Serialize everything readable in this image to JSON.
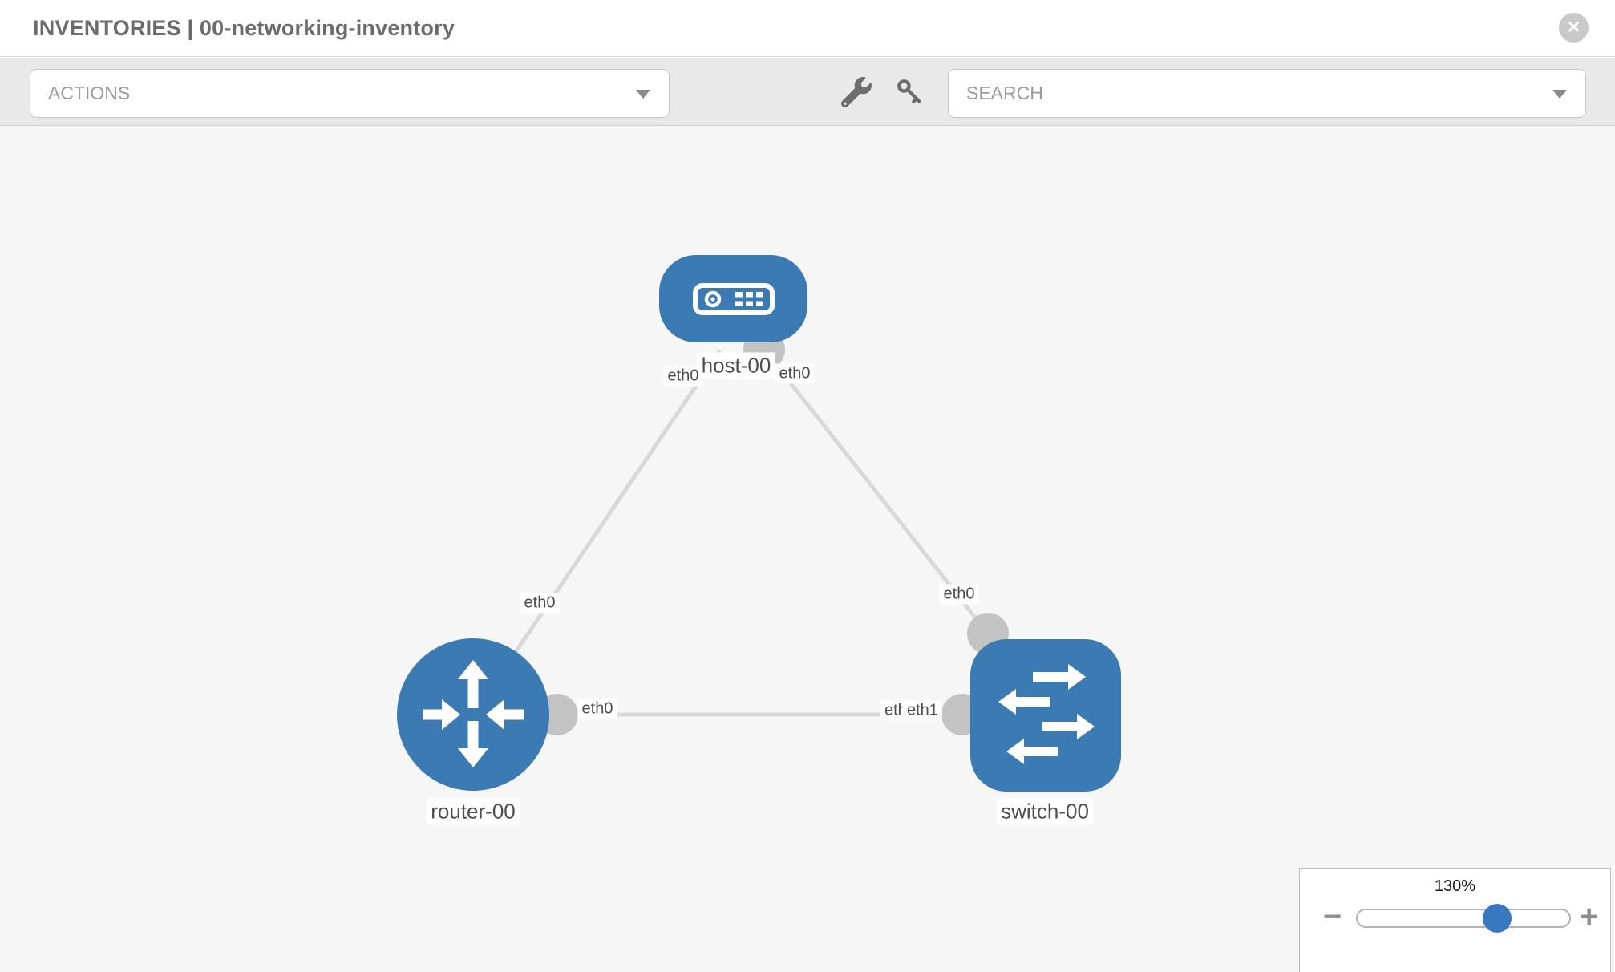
{
  "header": {
    "title": "INVENTORIES | 00-networking-inventory",
    "close_glyph": "✕"
  },
  "toolbar": {
    "actions_label": "ACTIONS",
    "search_label": "SEARCH"
  },
  "diagram": {
    "nodes": {
      "host": {
        "label": "host-00",
        "type": "host"
      },
      "router": {
        "label": "router-00",
        "type": "router"
      },
      "switch": {
        "label": "switch-00",
        "type": "switch"
      }
    },
    "interfaces": {
      "host_left": "eth0",
      "host_right": "eth0",
      "router_to_host": "eth0",
      "host_to_switch": "eth0",
      "router_to_switch": "eth0",
      "switch_hidden": "eth0",
      "switch_to_router": "eth1"
    },
    "links": [
      {
        "from": "router-00",
        "to": "host-00"
      },
      {
        "from": "host-00",
        "to": "switch-00"
      },
      {
        "from": "router-00",
        "to": "switch-00"
      }
    ]
  },
  "zoom_control": {
    "level": "130%",
    "minus_glyph": "−",
    "plus_glyph": "+"
  },
  "colors": {
    "node_blue": "#3c7ab4",
    "port_gray": "#c3c3c3",
    "link_gray": "#d8d8d8",
    "slider_thumb_blue": "#3878bf",
    "toolbar_gray": "#e9e9e9"
  }
}
